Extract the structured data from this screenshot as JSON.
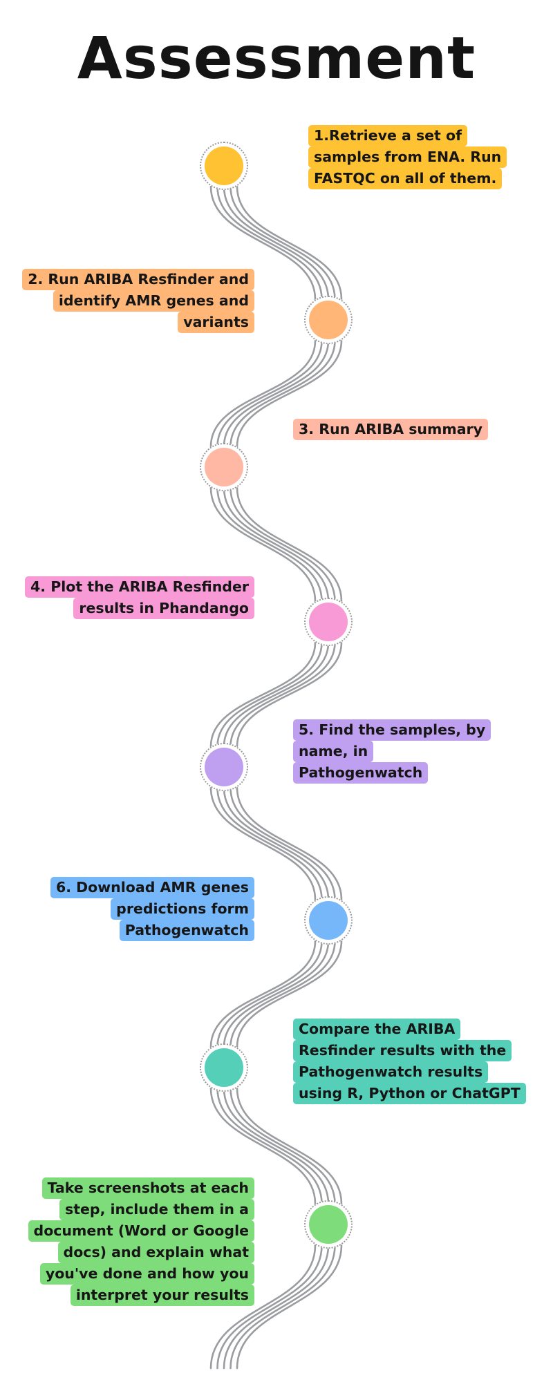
{
  "title": "Assessment",
  "steps": [
    {
      "lines": [
        "1.Retrieve a set of",
        "samples from ENA. Run",
        "FASTQC on all of them."
      ],
      "color": "#FFC233"
    },
    {
      "lines": [
        "2. Run ARIBA Resfinder and",
        "identify AMR genes and",
        "variants"
      ],
      "color": "#FFB677"
    },
    {
      "lines": [
        "3. Run ARIBA summary"
      ],
      "color": "#FFB8A3"
    },
    {
      "lines": [
        "4. Plot the ARIBA Resfinder",
        "results in Phandango"
      ],
      "color": "#F79AD6"
    },
    {
      "lines": [
        "5. Find the samples, by",
        "name, in",
        "Pathogenwatch"
      ],
      "color": "#BE9FF0"
    },
    {
      "lines": [
        "6. Download AMR genes",
        "predictions form",
        "Pathogenwatch"
      ],
      "color": "#76B7FA"
    },
    {
      "lines": [
        "Compare the ARIBA",
        "Resfinder results with the",
        "Pathogenwatch results",
        "using R, Python or ChatGPT"
      ],
      "color": "#55CFB8"
    },
    {
      "lines": [
        "Take screenshots at each",
        "step, include them in a",
        "document (Word or Google",
        "docs) and explain what",
        "you've done and how you",
        "interpret your results"
      ],
      "color": "#7EDD7A"
    }
  ],
  "path_color": "#9a9ca0"
}
